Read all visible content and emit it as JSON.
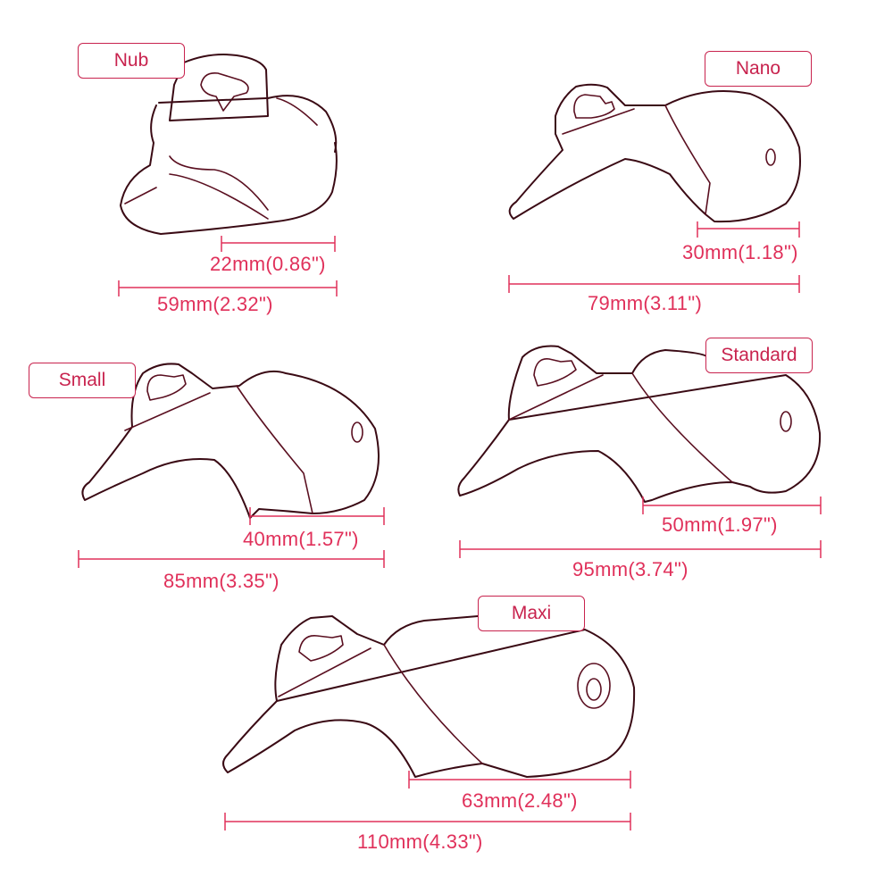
{
  "theme": {
    "accent": "#e0305a",
    "outline": "#3a0a14",
    "label_border": "#c8234e"
  },
  "sizes": [
    {
      "name": "Nub",
      "length": "59mm(2.32\")",
      "width": "22mm(0.86\")"
    },
    {
      "name": "Nano",
      "length": "79mm(3.11\")",
      "width": "30mm(1.18\")"
    },
    {
      "name": "Small",
      "length": "85mm(3.35\")",
      "width": "40mm(1.57\")"
    },
    {
      "name": "Standard",
      "length": "95mm(3.74\")",
      "width": "50mm(1.97\")"
    },
    {
      "name": "Maxi",
      "length": "110mm(4.33\")",
      "width": "63mm(2.48\")"
    }
  ]
}
